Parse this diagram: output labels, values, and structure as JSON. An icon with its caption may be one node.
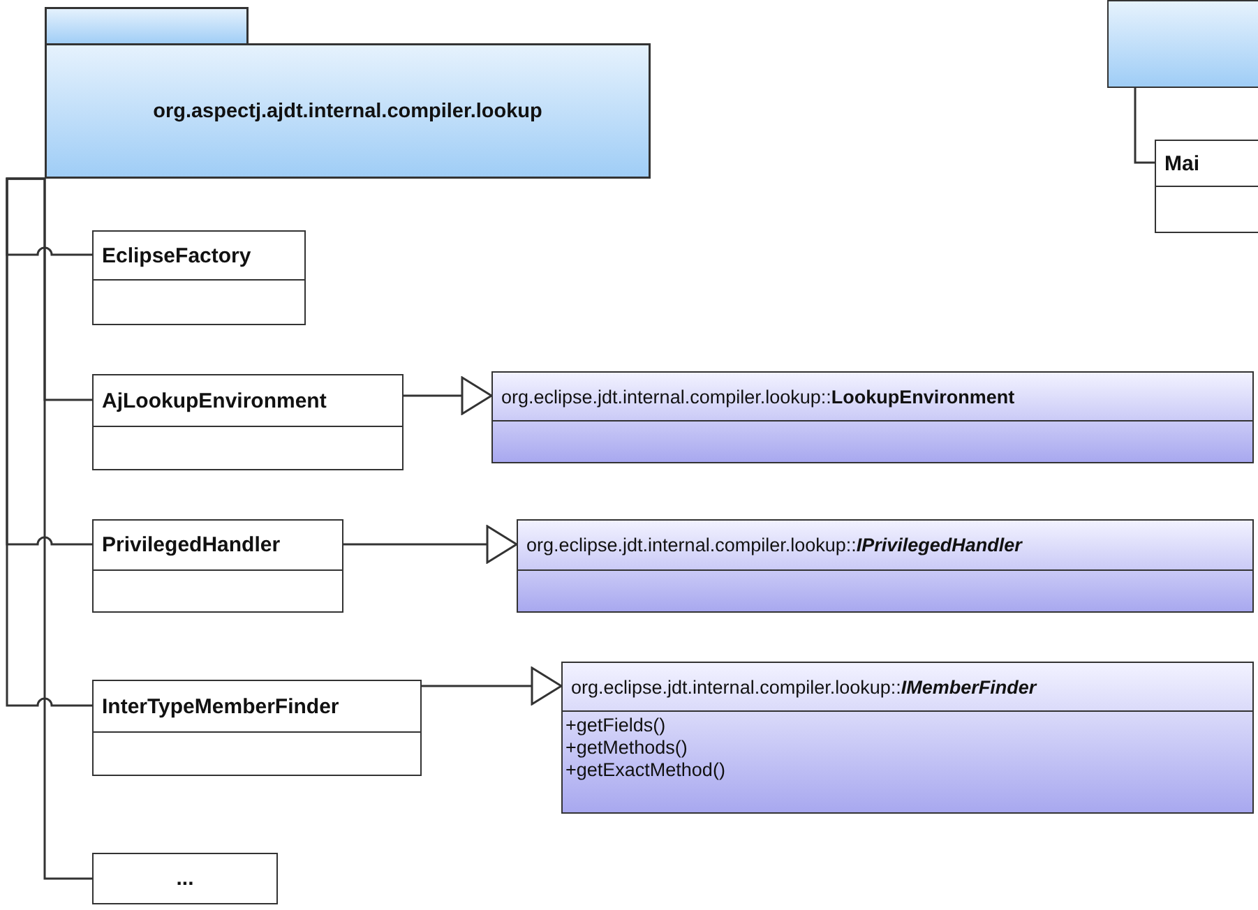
{
  "diagram": {
    "nodes": [
      {
        "text": [
          "org.aspectj.ajdt.internal.compiler.lookup"
        ]
      },
      {
        "text": [],
        "shape": "box"
      },
      {
        "text": [
          "Mai"
        ]
      },
      {
        "text": [
          "EclipseFactory"
        ]
      },
      {
        "text": [
          "AjLookupEnvironment"
        ]
      },
      {
        "text": [
          "org.eclipse.jdt.internal.compiler.lookup::**LookupEnvironment**"
        ]
      },
      {
        "text": [
          "PrivilegedHandler"
        ]
      },
      {
        "text": [
          "org.eclipse.jdt.internal.compiler.lookup::*IPrivilegedHandler*"
        ]
      },
      {
        "text": [
          "InterTypeMemberFinder"
        ]
      },
      {
        "text": [
          "org.eclipse.jdt.internal.compiler.lookup::*IMemberFinder*",
          "+getFields()",
          "+getMethods()",
          "+getExactMethod()"
        ]
      },
      {
        "text": [
          "..."
        ]
      }
    ],
    "edges": [
      {
        "from": 1,
        "to": 2,
        "arrow": "none"
      },
      {
        "from": 0,
        "to": 3,
        "arrow": "none"
      },
      {
        "from": 0,
        "to": 4,
        "arrow": "none"
      },
      {
        "from": 0,
        "to": 6,
        "arrow": "none"
      },
      {
        "from": 0,
        "to": 8,
        "arrow": "none"
      },
      {
        "from": 0,
        "to": 10,
        "arrow": "none"
      },
      {
        "from": 4,
        "to": 5,
        "arrow": "to"
      },
      {
        "from": 6,
        "to": 7,
        "arrow": "to"
      },
      {
        "from": 8,
        "to": 9,
        "arrow": "to"
      }
    ]
  }
}
